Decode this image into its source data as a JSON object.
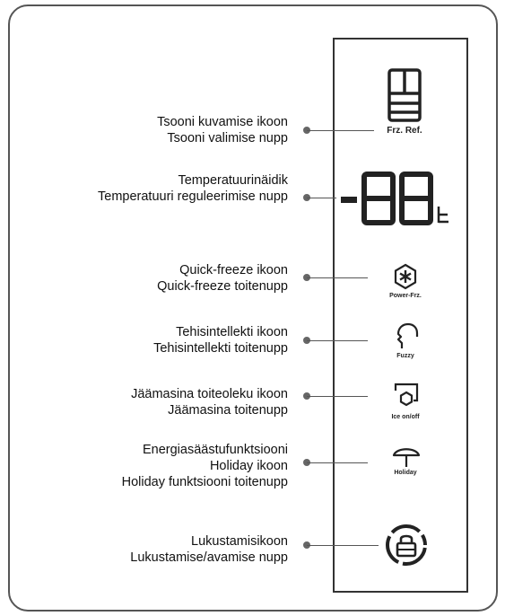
{
  "rows": [
    {
      "key": "zone",
      "lines": [
        "Tsooni kuvamise ikoon",
        "Tsooni valimise nupp"
      ],
      "icon": "fridge-zone-icon",
      "caption": "Frz.  Ref."
    },
    {
      "key": "temp",
      "lines": [
        "Temperatuurinäidik",
        "Temperatuuri reguleerimise nupp"
      ],
      "icon": "temperature-display",
      "caption": "-88",
      "unit": "t"
    },
    {
      "key": "quick",
      "lines": [
        "Quick-freeze ikoon",
        "Quick-freeze toitenupp"
      ],
      "icon": "snowflake-icon",
      "caption": "Power-Frz."
    },
    {
      "key": "fuzzy",
      "lines": [
        "Tehisintellekti ikoon",
        "Tehisintellekti toitenupp"
      ],
      "icon": "head-profile-icon",
      "caption": "Fuzzy"
    },
    {
      "key": "ice",
      "lines": [
        "Jäämasina toiteoleku ikoon",
        "Jäämasina toitenupp"
      ],
      "icon": "ice-maker-icon",
      "caption": "Ice on/off"
    },
    {
      "key": "holiday",
      "lines": [
        "Energiasäästufunktsiooni",
        "Holiday ikoon",
        "Holiday funktsiooni toitenupp"
      ],
      "icon": "umbrella-icon",
      "caption": "Holiday"
    },
    {
      "key": "lock",
      "lines": [
        "Lukustamisikoon",
        "Lukustamise/avamise nupp"
      ],
      "icon": "lock-icon",
      "caption": ""
    }
  ],
  "colors": {
    "line": "#555555",
    "dot": "#666666",
    "ink": "#222222"
  }
}
